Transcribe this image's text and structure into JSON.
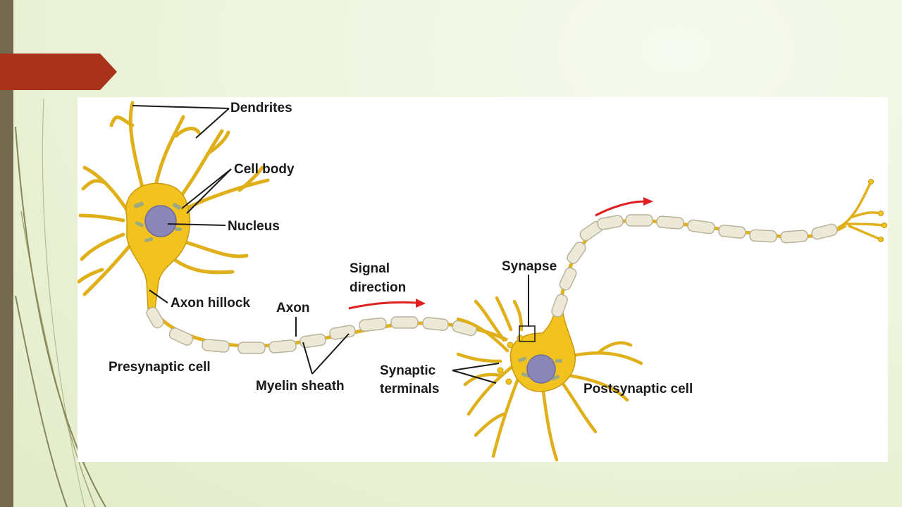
{
  "slide": {
    "accent_color": "#a8321a",
    "side_bar_color": "#74694e",
    "background_color": "#eef4de"
  },
  "diagram": {
    "labels": {
      "dendrites": "Dendrites",
      "cell_body": "Cell body",
      "nucleus": "Nucleus",
      "axon_hillock": "Axon hillock",
      "axon": "Axon",
      "presynaptic_cell": "Presynaptic cell",
      "myelin_sheath": "Myelin sheath",
      "signal_direction_line1": "Signal",
      "signal_direction_line2": "direction",
      "synapse": "Synapse",
      "synaptic_terminals_line1": "Synaptic",
      "synaptic_terminals_line2": "terminals",
      "postsynaptic_cell": "Postsynaptic cell"
    },
    "colors": {
      "neuron_fill": "#f2c21f",
      "neuron_stroke": "#c99a10",
      "myelin_fill": "#ede9d8",
      "myelin_stroke": "#b9b39a",
      "nucleus_fill": "#8a86b8",
      "arrow_color": "#e02020",
      "leader_color": "#1a1a1a"
    }
  }
}
